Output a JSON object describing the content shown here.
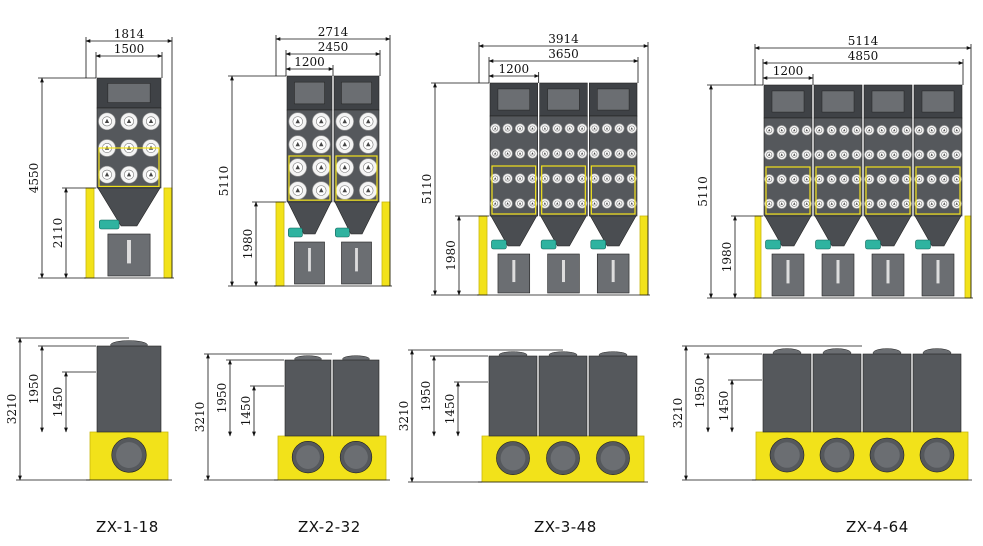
{
  "models": [
    {
      "name": "ZX-1-18",
      "units": 1,
      "filter_rows": 3,
      "filter_cols": 3,
      "front": {
        "total_width": "1814",
        "inner_width": "1500",
        "module_width": "",
        "total_height": "4550",
        "lower_height": "2110"
      },
      "side": {
        "total_height": "3210",
        "upper_height": "1950",
        "mid_height": "1450"
      }
    },
    {
      "name": "ZX-2-32",
      "units": 2,
      "filter_rows": 4,
      "filter_cols": 2,
      "front": {
        "total_width": "2714",
        "inner_width": "2450",
        "module_width": "1200",
        "total_height": "5110",
        "lower_height": "1980"
      },
      "side": {
        "total_height": "3210",
        "upper_height": "1950",
        "mid_height": "1450"
      }
    },
    {
      "name": "ZX-3-48",
      "units": 3,
      "filter_rows": 4,
      "filter_cols": 4,
      "front": {
        "total_width": "3914",
        "inner_width": "3650",
        "module_width": "1200",
        "total_height": "5110",
        "lower_height": "1980"
      },
      "side": {
        "total_height": "3210",
        "upper_height": "1950",
        "mid_height": "1450"
      }
    },
    {
      "name": "ZX-4-64",
      "units": 4,
      "filter_rows": 4,
      "filter_cols": 4,
      "front": {
        "total_width": "5114",
        "inner_width": "4850",
        "module_width": "1200",
        "total_height": "5110",
        "lower_height": "1980"
      },
      "side": {
        "total_height": "3210",
        "upper_height": "1950",
        "mid_height": "1450"
      }
    }
  ],
  "colors": {
    "body": "#55585c",
    "body_dark": "#3f4246",
    "body_light": "#6b6e72",
    "hopper": "#4a4d51",
    "frame": "#f2e21a",
    "frame_dark": "#c9b80e",
    "filter_ring": "#f4f4f4",
    "motor": "#2fb3a0",
    "line": "#111111"
  }
}
